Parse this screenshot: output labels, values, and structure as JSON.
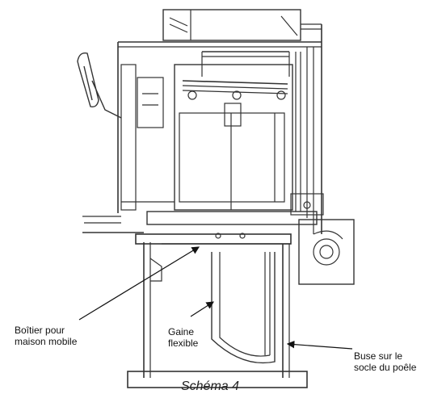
{
  "labels": {
    "housing": [
      "Boîtier pour",
      "maison mobile"
    ],
    "duct": [
      "Gaine",
      "flexible"
    ],
    "nozzle": [
      "Buse sur le",
      "socle du poêle"
    ]
  },
  "caption": "Schéma 4",
  "colors": {
    "line": "#333333",
    "fill": "#ffffff",
    "text": "#111111"
  }
}
